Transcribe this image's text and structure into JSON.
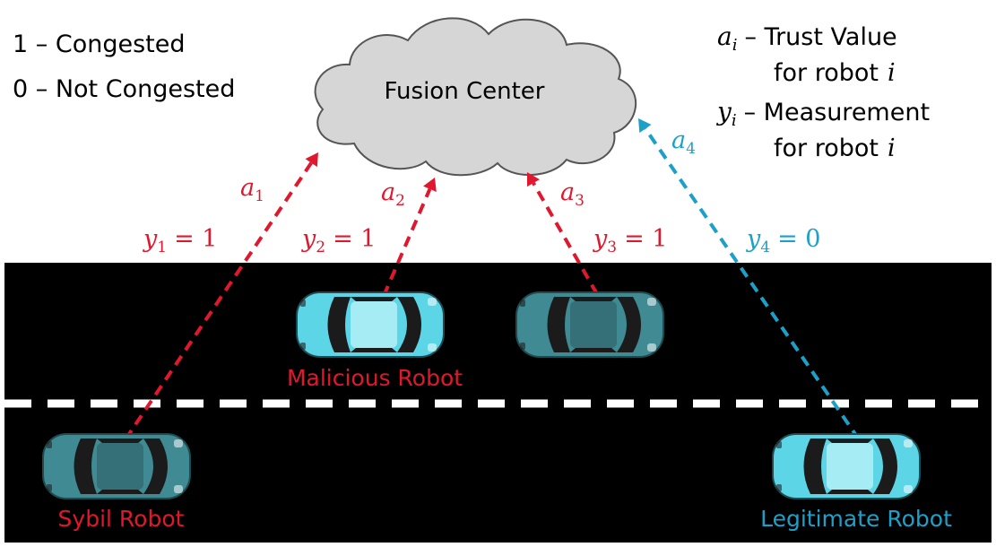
{
  "colors": {
    "red": "#e0182d",
    "blue": "#1da0c8",
    "road": "#000000",
    "cloud_fill": "#d6d6d6",
    "cloud_stroke": "#555555",
    "car_light": "#5cd5e6",
    "car_dark": "#3f8a93",
    "text": "#000000"
  },
  "legend": {
    "congested": "1 – Congested",
    "not_congested": "0 – Not Congested"
  },
  "definitions": {
    "trust_symbol": "a",
    "trust_sub": "i",
    "trust_text_1": "– Trust Value",
    "trust_text_2": "for robot",
    "trust_text_2_var": "i",
    "meas_symbol": "y",
    "meas_sub": "i",
    "meas_text_1": "– Measurement",
    "meas_text_2": "for robot",
    "meas_text_2_var": "i"
  },
  "fusion_center": {
    "label": "Fusion Center"
  },
  "links": [
    {
      "trust": "a",
      "trust_sub": "1",
      "meas": "y",
      "meas_sub": "1",
      "meas_value": "= 1",
      "color": "red"
    },
    {
      "trust": "a",
      "trust_sub": "2",
      "meas": "y",
      "meas_sub": "2",
      "meas_value": "= 1",
      "color": "red"
    },
    {
      "trust": "a",
      "trust_sub": "3",
      "meas": "y",
      "meas_sub": "3",
      "meas_value": "= 1",
      "color": "red"
    },
    {
      "trust": "a",
      "trust_sub": "4",
      "meas": "y",
      "meas_sub": "4",
      "meas_value": "= 0",
      "color": "blue"
    }
  ],
  "robots": {
    "sybil": "Sybil Robot",
    "malicious": "Malicious Robot",
    "legitimate": "Legitimate Robot"
  },
  "icons": {
    "cloud": "cloud-icon",
    "car": "car-icon"
  }
}
